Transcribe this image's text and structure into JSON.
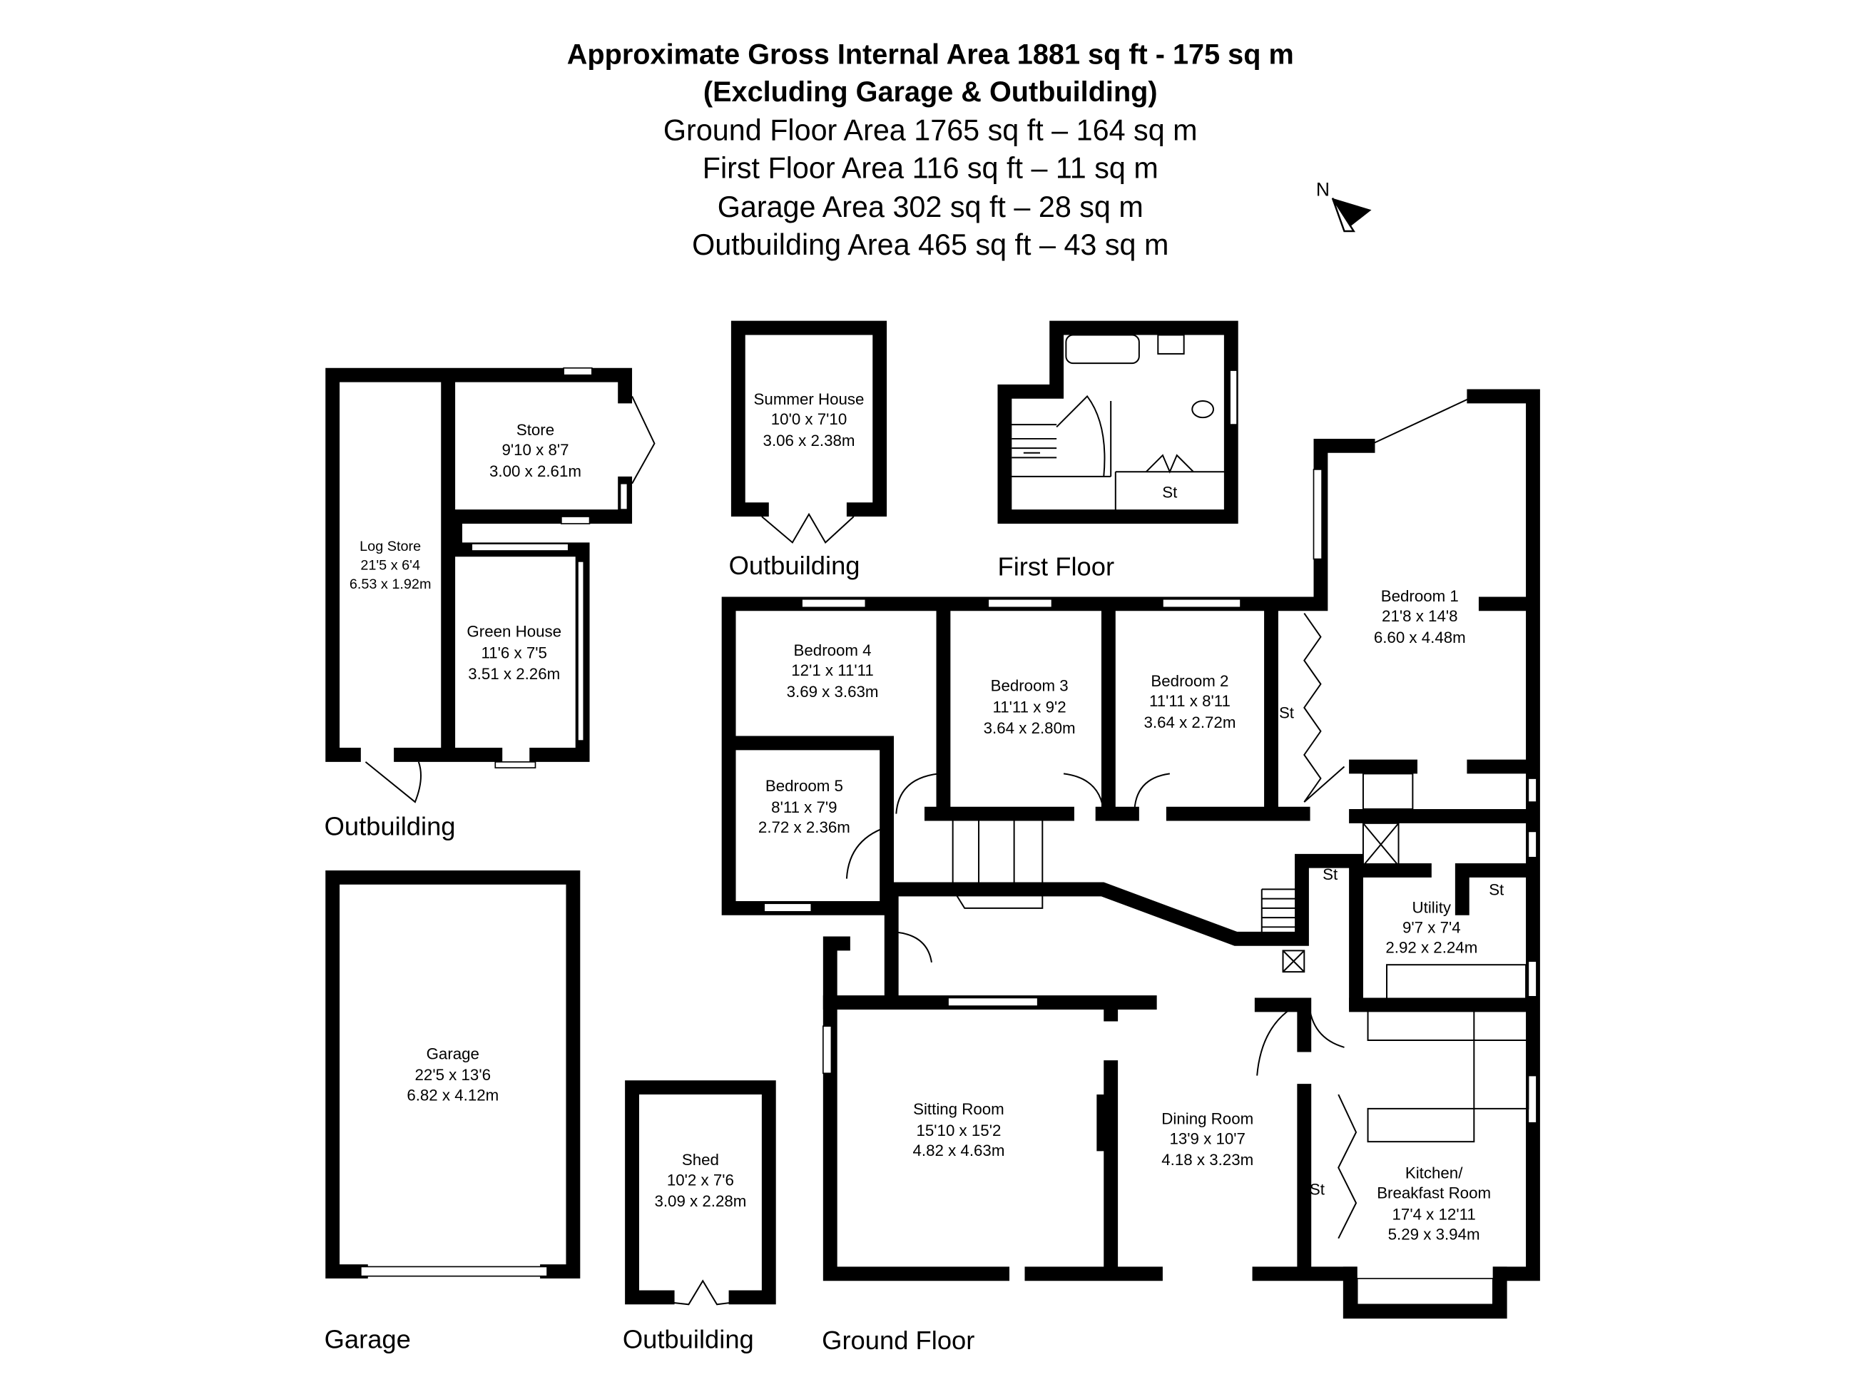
{
  "header": {
    "title_line1": "Approximate Gross Internal Area 1881 sq ft - 175 sq m",
    "title_line2": "(Excluding Garage & Outbuilding)",
    "areas": [
      "Ground Floor Area 1765 sq ft – 164 sq m",
      "First Floor Area 116 sq ft – 11 sq m",
      "Garage Area 302 sq ft – 28 sq m",
      "Outbuilding Area 465 sq ft – 43 sq m"
    ]
  },
  "north_arrow": {
    "label": "N",
    "icon": "north-arrow-icon"
  },
  "section_labels": {
    "outbuilding_left": "Outbuilding",
    "outbuilding_summer": "Outbuilding",
    "first_floor": "First Floor",
    "garage": "Garage",
    "outbuilding_shed": "Outbuilding",
    "ground_floor": "Ground Floor"
  },
  "rooms": {
    "log_store": [
      "Log Store",
      "21'5 x 6'4",
      "6.53 x 1.92m"
    ],
    "store": [
      "Store",
      "9'10 x 8'7",
      "3.00 x 2.61m"
    ],
    "green_house": [
      "Green House",
      "11'6 x 7'5",
      "3.51 x 2.26m"
    ],
    "summer_house": [
      "Summer House",
      "10'0 x 7'10",
      "3.06 x 2.38m"
    ],
    "first_floor_st": "St",
    "garage": [
      "Garage",
      "22'5 x 13'6",
      "6.82 x 4.12m"
    ],
    "shed": [
      "Shed",
      "10'2 x 7'6",
      "3.09 x 2.28m"
    ],
    "bedroom_4": [
      "Bedroom 4",
      "12'1 x 11'11",
      "3.69 x 3.63m"
    ],
    "bedroom_3": [
      "Bedroom 3",
      "11'11 x 9'2",
      "3.64 x 2.80m"
    ],
    "bedroom_2": [
      "Bedroom 2",
      "11'11 x 8'11",
      "3.64 x 2.72m"
    ],
    "bedroom_1": [
      "Bedroom 1",
      "21'8 x 14'8",
      "6.60 x 4.48m"
    ],
    "bedroom_1_st": "St",
    "bedroom_5": [
      "Bedroom 5",
      "8'11 x 7'9",
      "2.72 x 2.36m"
    ],
    "hall_st": "St",
    "utility": [
      "Utility",
      "9'7 x 7'4",
      "2.92 x 2.24m"
    ],
    "utility_st": "St",
    "sitting_room": [
      "Sitting Room",
      "15'10 x 15'2",
      "4.82 x 4.63m"
    ],
    "dining_room": [
      "Dining Room",
      "13'9 x 10'7",
      "4.18 x 3.23m"
    ],
    "kitchen_st": "St",
    "kitchen": [
      "Kitchen/",
      "Breakfast Room",
      "17'4 x 12'11",
      "5.29 x 3.94m"
    ]
  }
}
